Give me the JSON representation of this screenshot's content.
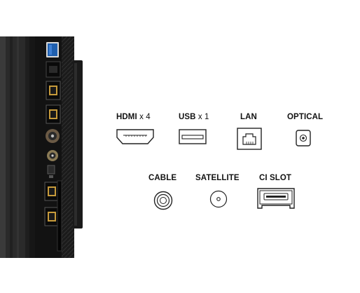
{
  "ports_top": [
    {
      "name": "HDMI",
      "suffix": "x 4"
    },
    {
      "name": "USB",
      "suffix": "x 1"
    },
    {
      "name": "LAN",
      "suffix": ""
    },
    {
      "name": "OPTICAL",
      "suffix": ""
    }
  ],
  "ports_bottom": [
    {
      "name": "CABLE"
    },
    {
      "name": "SATELLITE"
    },
    {
      "name": "CI SLOT"
    }
  ],
  "colors": {
    "tv_body": "#1c1c1c",
    "port_blue": "#1f5fae",
    "icon_stroke": "#222222"
  }
}
